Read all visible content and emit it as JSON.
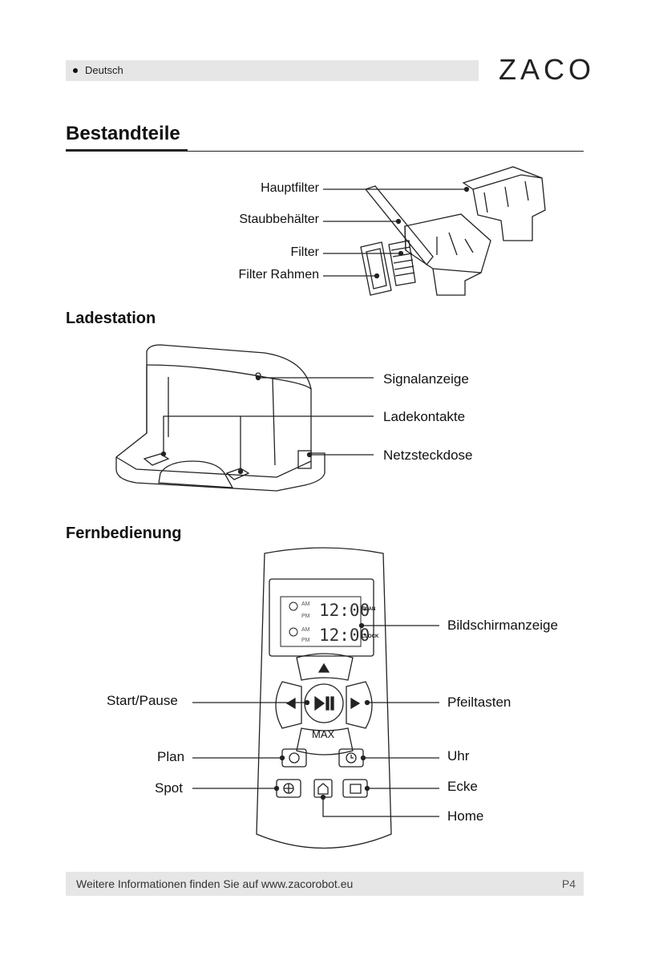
{
  "header": {
    "language": "Deutsch",
    "brand": "ZACO"
  },
  "sections": {
    "components": {
      "title": "Bestandteile",
      "labels": [
        "Hauptfilter",
        "Staubbehälter",
        "Filter",
        "Filter Rahmen"
      ]
    },
    "station": {
      "title": "Ladestation",
      "labels": [
        "Signalanzeige",
        "Ladekontakte",
        "Netzsteckdose"
      ]
    },
    "remote": {
      "title": "Fernbedienung",
      "labels_left": [
        "Start/Pause",
        "Plan",
        "Spot"
      ],
      "labels_right": [
        "Bildschirmanzeige",
        "Pfeiltasten",
        "Uhr",
        "Ecke",
        "Home"
      ],
      "display": {
        "am": "AM",
        "pm": "PM",
        "time1": "12:00",
        "time2": "12:00",
        "plan": "PLAN",
        "clock": "CLOCK"
      },
      "max_label": "MAX"
    }
  },
  "footer": {
    "text": "Weitere Informationen finden Sie auf www.zacorobot.eu",
    "page": "P4"
  }
}
